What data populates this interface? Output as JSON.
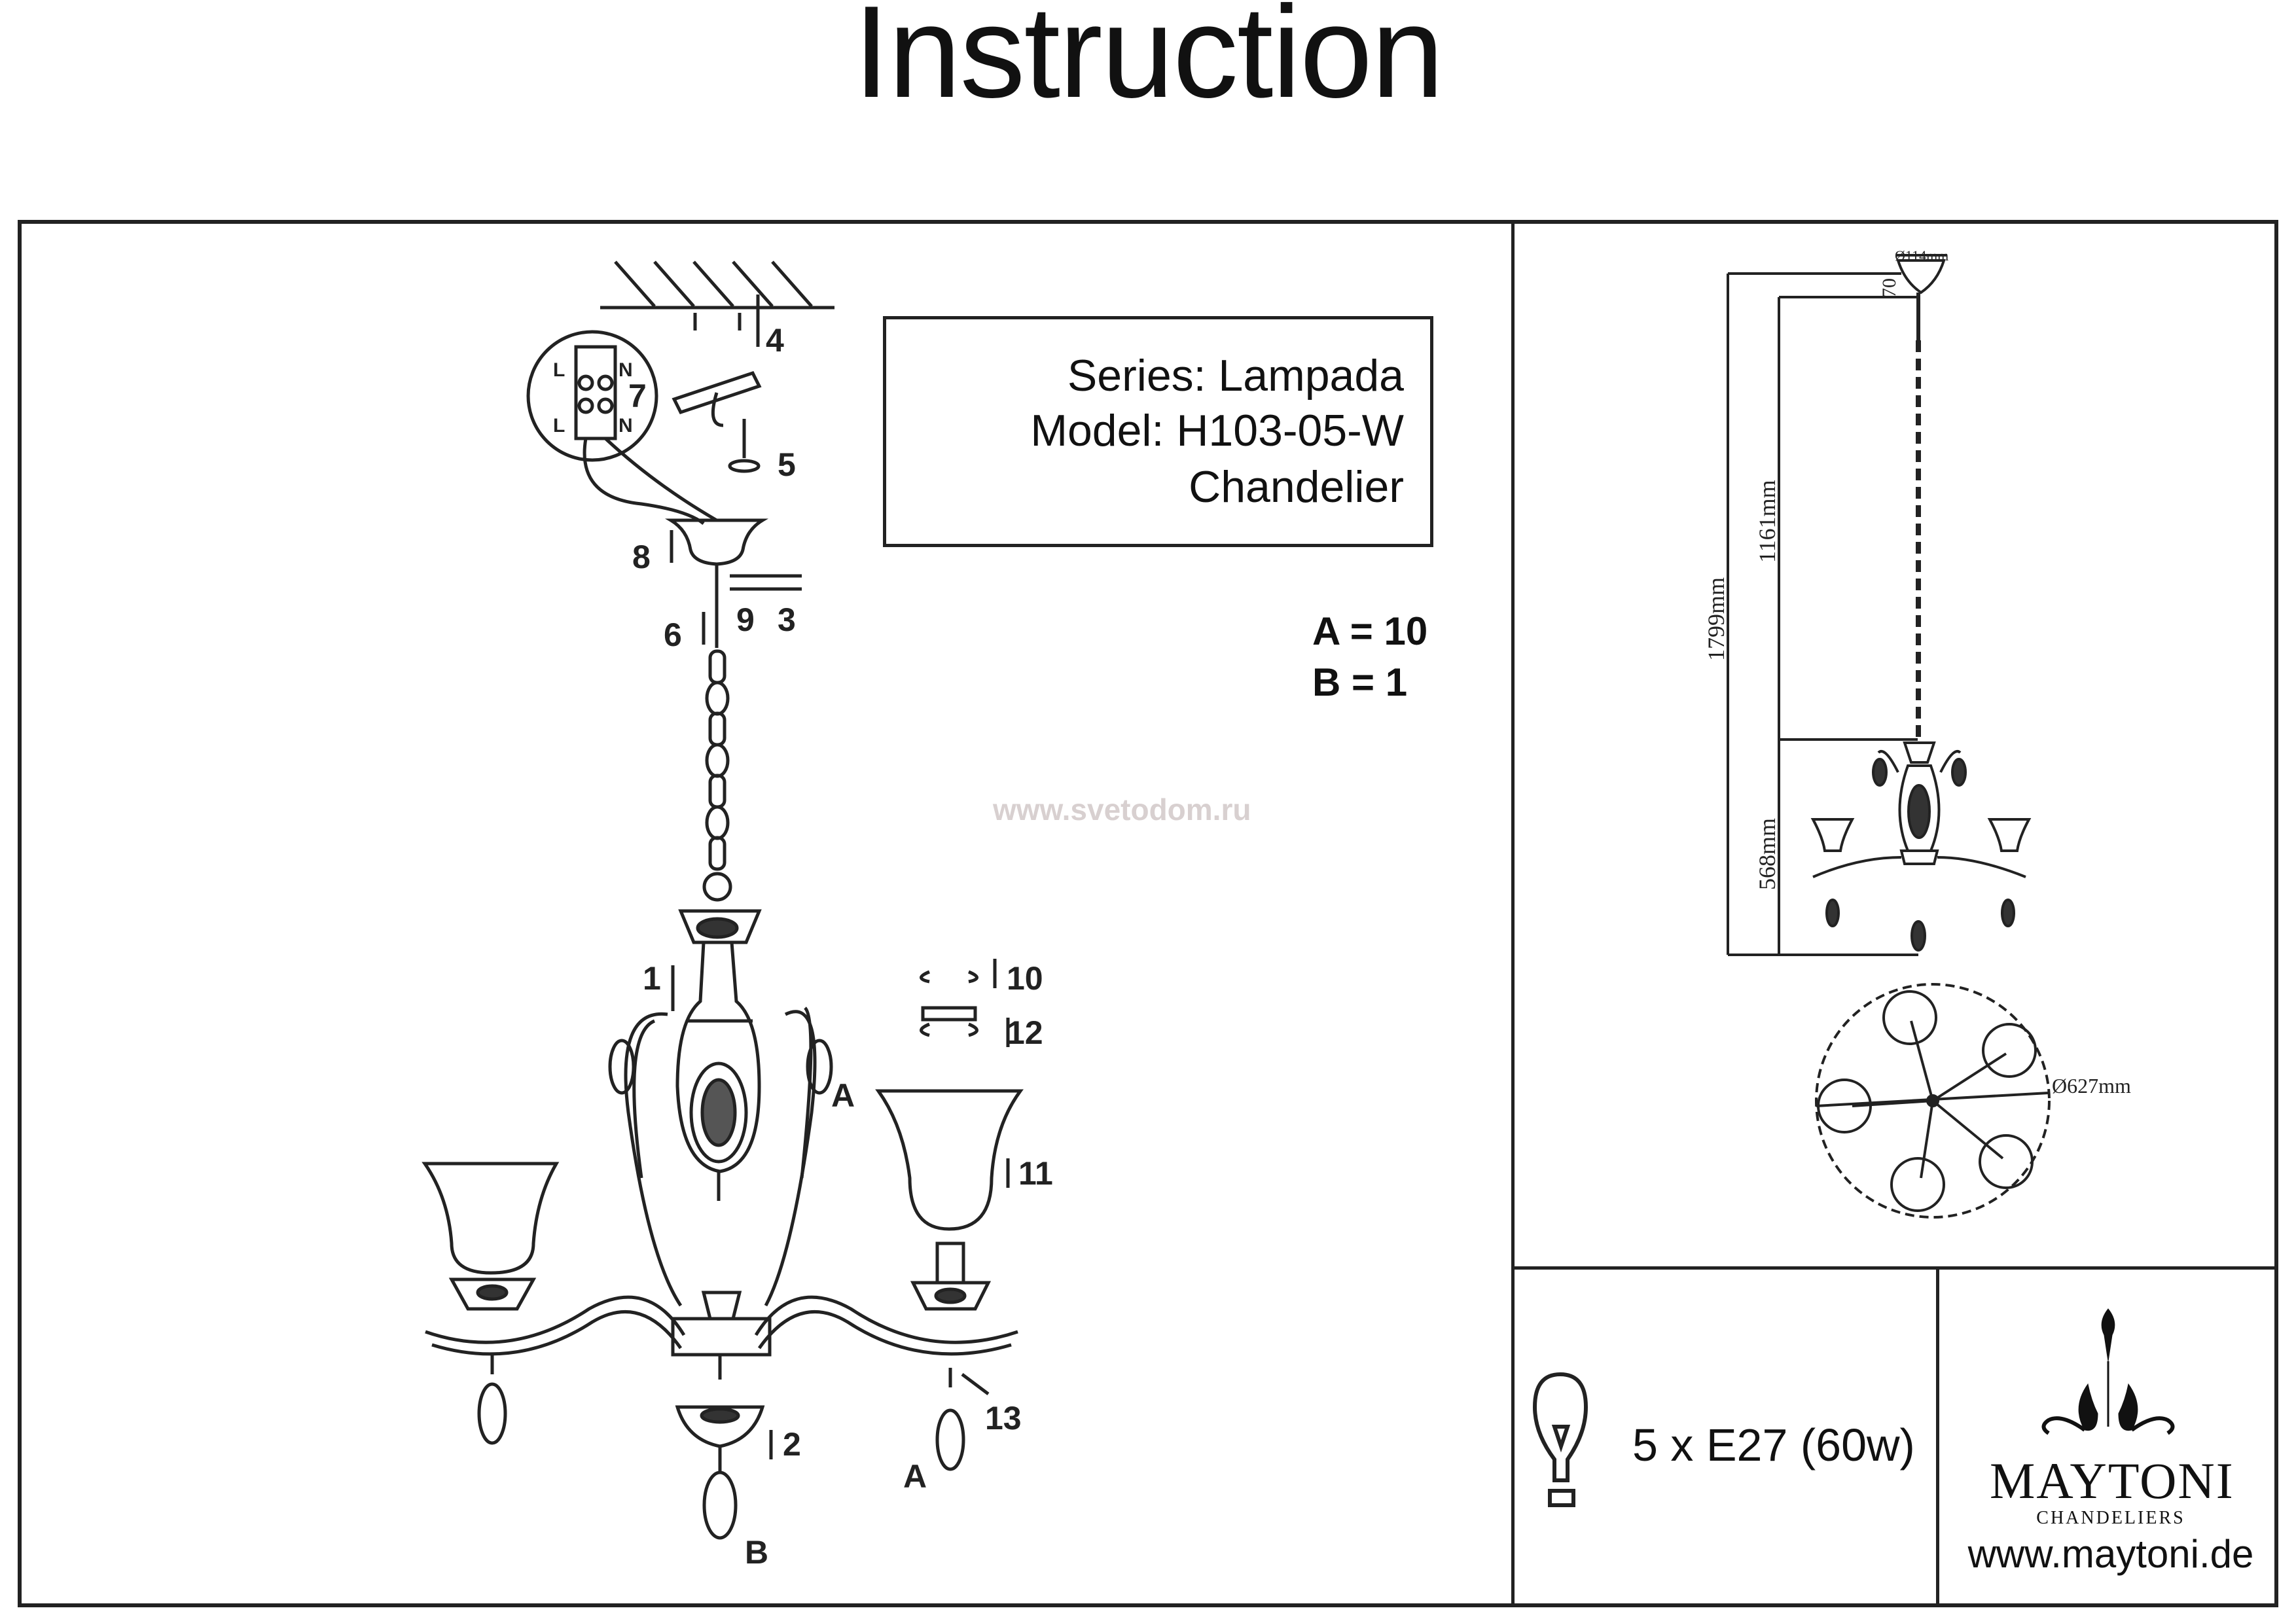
{
  "title": "Instruction",
  "info": {
    "series": "Series: Lampada",
    "model": "Model: H103-05-W",
    "type": "Chandelier"
  },
  "quantities": {
    "a": "A = 10",
    "b": "B = 1"
  },
  "watermark": "www.svetodom.ru",
  "callouts": {
    "c1": "1",
    "c2": "2",
    "c3": "3",
    "c4": "4",
    "c5": "5",
    "c6": "6",
    "c7": "7",
    "c8": "8",
    "c9": "9",
    "c10": "10",
    "c11": "11",
    "c12": "12",
    "c13": "13",
    "a1": "A",
    "a2": "A",
    "b": "B",
    "l1": "L",
    "l2": "L",
    "n1": "N",
    "n2": "N"
  },
  "dimensions": {
    "canopy_diameter": "Ø114mm",
    "canopy_height": "70",
    "chain_length": "1161mm",
    "total_height": "1799mm",
    "body_height": "568mm",
    "diameter": "Ø627mm"
  },
  "bulb": {
    "icon": "light-bulb-icon",
    "spec": "5 x E27 (60w)"
  },
  "brand": {
    "name": "MAYTONI",
    "sub": "CHANDELIERS",
    "url": "www.maytoni.de"
  }
}
